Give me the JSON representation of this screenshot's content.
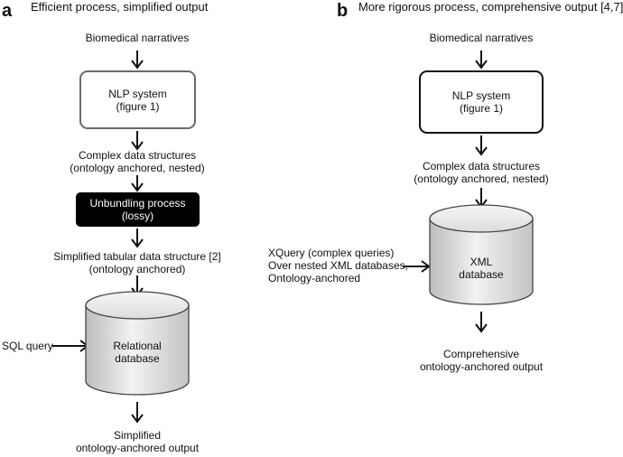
{
  "panel_a": {
    "letter": "a",
    "title": "Efficient process, simplified output",
    "input": "Biomedical narratives",
    "nlp_box": {
      "line1": "NLP system",
      "line2": "(figure 1)"
    },
    "complex": {
      "line1": "Complex data structures",
      "line2": "(ontology anchored, nested)"
    },
    "unbundling_box": {
      "line1": "Unbundling process",
      "line2": "(lossy)"
    },
    "simplified": {
      "line1": "Simplified tabular data structure [2]",
      "line2": "(ontology anchored)"
    },
    "database": {
      "line1": "Relational",
      "line2": "database"
    },
    "query": "SQL query",
    "output": {
      "line1": "Simplified",
      "line2": "ontology-anchored output"
    }
  },
  "panel_b": {
    "letter": "b",
    "title": "More rigorous process, comprehensive output [4,7]",
    "input": "Biomedical narratives",
    "nlp_box": {
      "line1": "NLP system",
      "line2": "(figure 1)"
    },
    "complex": {
      "line1": "Complex data structures",
      "line2": "(ontology anchored, nested)"
    },
    "database": {
      "line1": "XML",
      "line2": "database"
    },
    "query": {
      "line1": "XQuery (complex queries)",
      "line2": "Over nested XML databases,",
      "line3": "Ontology-anchored"
    },
    "output": {
      "line1": "Comprehensive",
      "line2": "ontology-anchored output"
    }
  }
}
